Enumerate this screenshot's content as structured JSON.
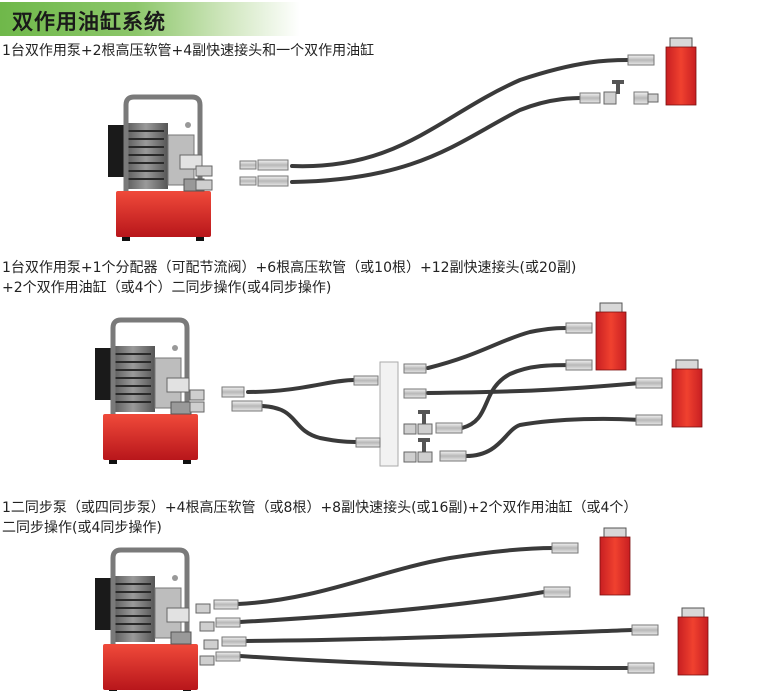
{
  "title": "双作用油缸系统",
  "sections": [
    {
      "lines": [
        "1台双作用泵+2根高压软管+4副快速接头和一个双作用油缸"
      ]
    },
    {
      "lines": [
        "1台双作用泵+1个分配器（可配节流阀）+6根高压软管（或10根）+12副快速接头(或20副)",
        "+2个双作用油缸（或4个）二同步操作(或4同步操作)"
      ]
    },
    {
      "lines": [
        "1二同步泵（或四同步泵）+4根高压软管（或8根）+8副快速接头(或16副)+2个双作用油缸（或4个）",
        "二同步操作(或4同步操作)"
      ]
    }
  ],
  "colors": {
    "accent": "#6fb84a",
    "pump_red": "#d9282b",
    "cylinder_red": "#e0302a",
    "hose": "#3a3a3a"
  }
}
